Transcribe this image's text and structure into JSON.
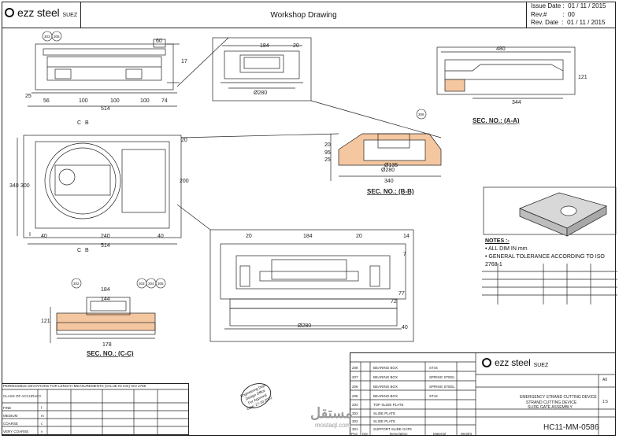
{
  "header": {
    "company": "ezz steel",
    "company_sub": "SUEZ",
    "title": "Workshop Drawing",
    "issue_date": "Issue Date :  01 / 11 / 2015",
    "rev": "Rev.#         :  00",
    "rev_date": "Rev. Date  :  01 / 11 / 2015"
  },
  "views": {
    "front_dims": [
      "60",
      "17",
      "25",
      "56",
      "100",
      "100",
      "100",
      "74",
      "514"
    ],
    "plan_dims": [
      "340",
      "300",
      "240",
      "514",
      "40",
      "40",
      "20",
      "200"
    ],
    "plan_markers": [
      "C",
      "B",
      "C",
      "B"
    ],
    "detail_dims": [
      "184",
      "20",
      "Ø280"
    ],
    "side_dims": [
      "480",
      "344",
      "121"
    ],
    "sec_aa": "SEC. NO.: (A-A)",
    "sec_bb": "SEC. NO.: (B-B)",
    "sec_cc": "SEC. NO.: (C-C)",
    "bb_dims": [
      "Ø280",
      "Ø135",
      "340",
      "20",
      "25",
      "95"
    ],
    "cc_dims": [
      "184",
      "144",
      "178",
      "121"
    ],
    "center_dims": [
      "20",
      "184",
      "20",
      "Ø280",
      "77",
      "72",
      "14",
      "7",
      "40"
    ],
    "balloons": [
      "303",
      "305",
      "306",
      "302",
      "303",
      "304",
      "305"
    ]
  },
  "notes": {
    "heading": "NOTES :-",
    "items": [
      "ALL DIM IN mm",
      "GENERAL TOLERANCE ACCORDING TO ISO 2768-1"
    ]
  },
  "title_block": {
    "company": "ezz steel",
    "company_sub": "SUEZ",
    "project_title": "EMERGENCY STRAND CUTTING DEVICE",
    "project_title2": "STRAND CUTTING DEVICE",
    "project_title3": "SLIDE GATE ASSEMBLY",
    "drawing_no": "HC11-MM-0586",
    "item_rows": [
      {
        "no": "208",
        "desc": "BEARING BOX",
        "mat": "ST44"
      },
      {
        "no": "207",
        "desc": "BEARING BOX",
        "mat": "SPRING STEEL"
      },
      {
        "no": "206",
        "desc": "BEARING BOX",
        "mat": "SPRING STEEL"
      },
      {
        "no": "205",
        "desc": "BEARING BOX",
        "mat": "ST44"
      },
      {
        "no": "204",
        "desc": "TOP SLIDE PLATE",
        "mat": ""
      },
      {
        "no": "303",
        "desc": "SLIDE PLATE",
        "mat": ""
      },
      {
        "no": "302",
        "desc": "SLIDE PLATE",
        "mat": ""
      },
      {
        "no": "301",
        "desc": "SUPPORT SLIDE GATE",
        "mat": ""
      }
    ],
    "col_headers": [
      "Pos.",
      "Qty.",
      "Description",
      "Material",
      "Weight"
    ],
    "scale": "1:5",
    "sheet": "A0"
  },
  "tolerance": {
    "title": "PERMISSIBLE DEVIATIONS FOR LENGTH MEASUREMENTS (VALUE IN mm) ISO 2768",
    "class_label": "CLASS OF ACCURACY",
    "classes": [
      "FINE",
      "MEDIUM",
      "COARSE",
      "VERY COARSE"
    ],
    "codes": [
      "f",
      "m",
      "c",
      "v"
    ]
  },
  "stamp": [
    "Engineering Dept.",
    "Design Office",
    "For Approval",
    "Date: 27-10-2022"
  ],
  "watermark": {
    "arabic": "مستقل",
    "url": "mostaql.com"
  }
}
